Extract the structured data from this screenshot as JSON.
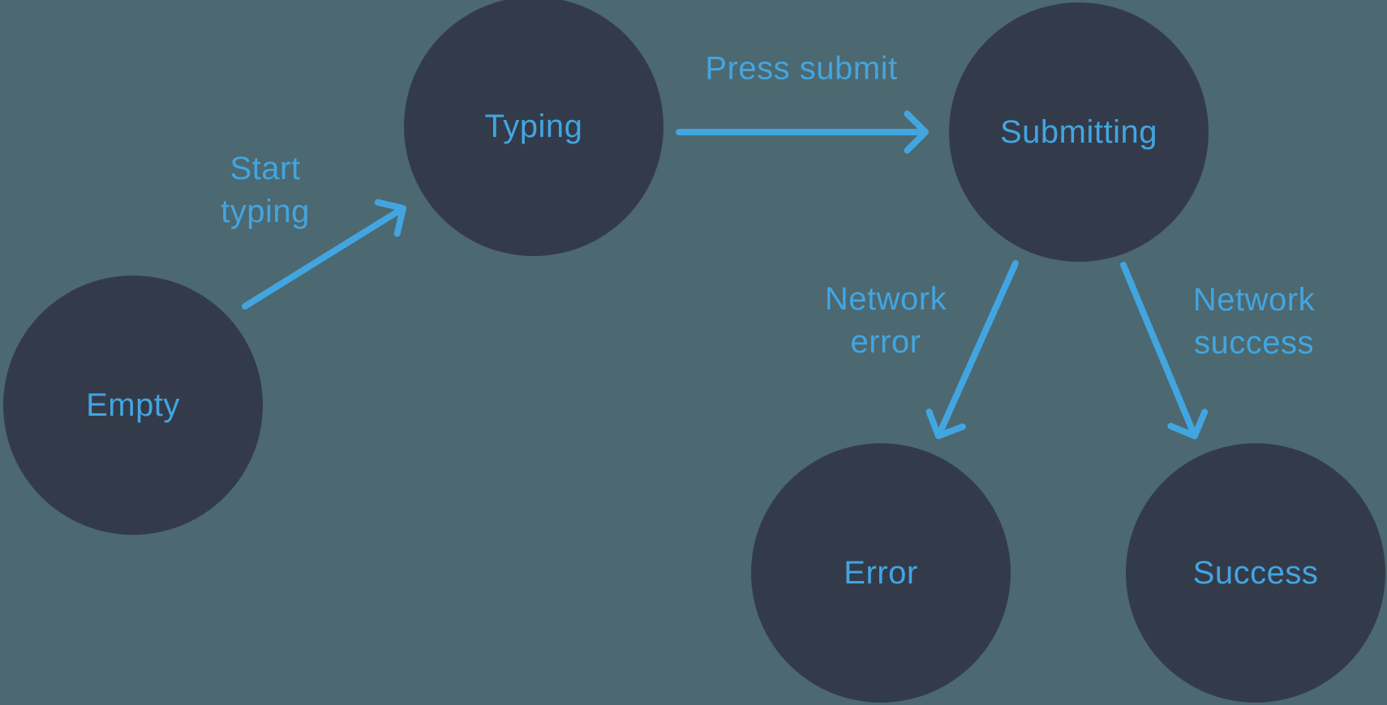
{
  "colors": {
    "background": "#4c6870",
    "node_fill": "#333b4a",
    "accent": "#42a5e0"
  },
  "nodes": {
    "empty": {
      "label": "Empty"
    },
    "typing": {
      "label": "Typing"
    },
    "submitting": {
      "label": "Submitting"
    },
    "error": {
      "label": "Error"
    },
    "success": {
      "label": "Success"
    }
  },
  "edges": {
    "start_typing": {
      "from": "empty",
      "to": "typing",
      "label": "Start\ntyping"
    },
    "press_submit": {
      "from": "typing",
      "to": "submitting",
      "label": "Press submit"
    },
    "network_error": {
      "from": "submitting",
      "to": "error",
      "label": "Network\nerror"
    },
    "network_success": {
      "from": "submitting",
      "to": "success",
      "label": "Network\nsuccess"
    }
  }
}
